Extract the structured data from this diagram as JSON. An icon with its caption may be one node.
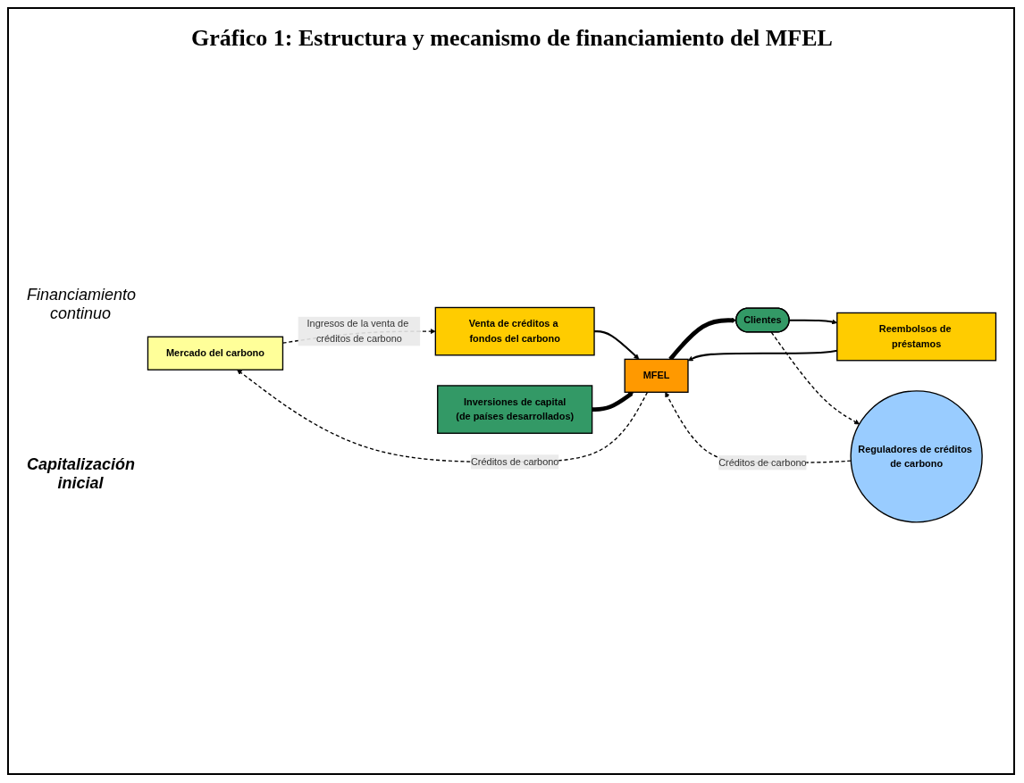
{
  "diagram": {
    "title": "Gráfico 1: Estructura y mecanismo de financiamiento del MFEL",
    "nodes": [
      {
        "text": [
          "Mercado del carbono"
        ]
      },
      {
        "text": [
          "Venta de créditos a fondos del carbono"
        ]
      },
      {
        "text": [
          "Reembolsos de préstamos"
        ]
      },
      {
        "text": [
          "Inversiones de capital",
          "(de países desarrollados)"
        ]
      },
      {
        "text": [
          "MFEL"
        ]
      },
      {
        "text": [
          "Clientes"
        ]
      },
      {
        "text": [
          "Reguladores de créditos de carbono"
        ]
      }
    ],
    "edges": [
      {
        "from": 0,
        "to": 1,
        "arrow": "to",
        "style": "dashed",
        "label": "Ingresos de la venta de créditos de carbono"
      },
      {
        "from": 4,
        "to": 0,
        "arrow": "to",
        "style": "dashed",
        "label": "Créditos de carbono"
      },
      {
        "from": 1,
        "to": 4,
        "arrow": "to"
      },
      {
        "from": 2,
        "to": 4,
        "arrow": "to"
      },
      {
        "from": 3,
        "to": 4,
        "arrow": "to",
        "style": "thick"
      },
      {
        "from": 4,
        "to": 5,
        "arrow": "to",
        "style": "thick"
      },
      {
        "from": 5,
        "to": 2,
        "arrow": "to"
      },
      {
        "from": 5,
        "to": 6,
        "arrow": "to",
        "style": "dashed"
      },
      {
        "from": 6,
        "to": 4,
        "arrow": "to",
        "style": "dashed",
        "label": "Créditos de carbono"
      }
    ],
    "labels": [
      "Financiamiento continuo",
      "Capitalización inicial"
    ]
  }
}
